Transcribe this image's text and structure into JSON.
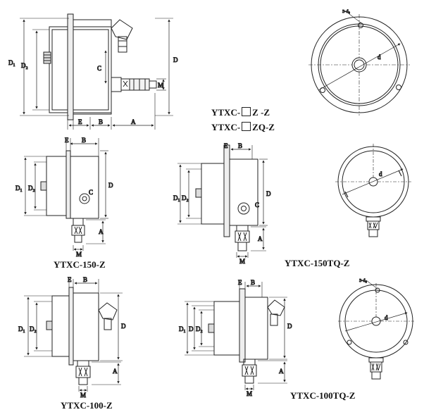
{
  "models": {
    "line1": {
      "prefix": "YTXC-",
      "suffix": "Z -Z"
    },
    "line2": {
      "prefix": "YTXC-",
      "suffix": "ZQ-Z"
    }
  },
  "captions": {
    "c150": "YTXC-150-Z",
    "c150tq": "YTXC-150TQ-Z",
    "c100": "YTXC-100-Z",
    "c100tq": "YTXC-100TQ-Z"
  },
  "dims": {
    "D1": "D₁",
    "D2": "D₂",
    "D": "D",
    "C": "C",
    "M": "M",
    "E": "E",
    "B": "B",
    "A": "A",
    "d": "d",
    "hole": "3-d₀"
  }
}
